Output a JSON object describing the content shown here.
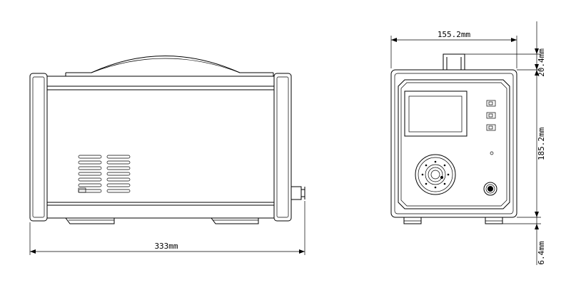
{
  "dimensions": {
    "length": "333mm",
    "width": "155.2mm",
    "handle_height": "20.4mm",
    "body_height": "185.2mm",
    "foot_height": "6.4mm"
  },
  "colors": {
    "line": "#000000",
    "background": "#ffffff"
  }
}
